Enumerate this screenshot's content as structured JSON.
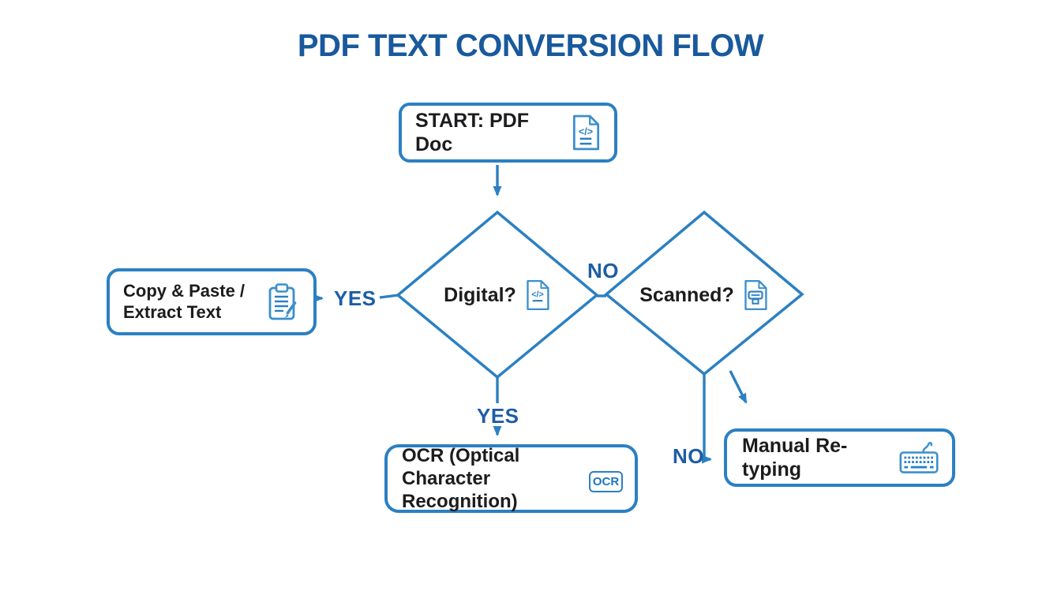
{
  "title": "PDF TEXT CONVERSION FLOW",
  "colors": {
    "line_blue": "#2b80c2",
    "icon_blue": "#3a8fcd",
    "title_blue": "#19599c",
    "edge_label_blue": "#1d5da4",
    "node_text": "#1c1c1e",
    "background": "#ffffff"
  },
  "nodes": {
    "start": {
      "label": "START: PDF Doc",
      "icon": "code-document-icon"
    },
    "digital": {
      "label": "Digital?",
      "icon": "code-document-icon"
    },
    "scanned": {
      "label": "Scanned?",
      "icon": "scan-document-icon"
    },
    "copy_paste": {
      "line1": "Copy & Paste /",
      "line2": "Extract Text",
      "icon": "clipboard-edit-icon"
    },
    "ocr": {
      "line1": "OCR (Optical Character",
      "line2": "Recognition)",
      "badge": "OCR",
      "icon": "ocr-badge"
    },
    "manual": {
      "label": "Manual Re-typing",
      "icon": "keyboard-icon"
    }
  },
  "edge_labels": {
    "yes_left": "YES",
    "no_top": "NO",
    "yes_down": "YES",
    "no_down": "NO"
  },
  "icons": {
    "code_glyph": "</>"
  }
}
